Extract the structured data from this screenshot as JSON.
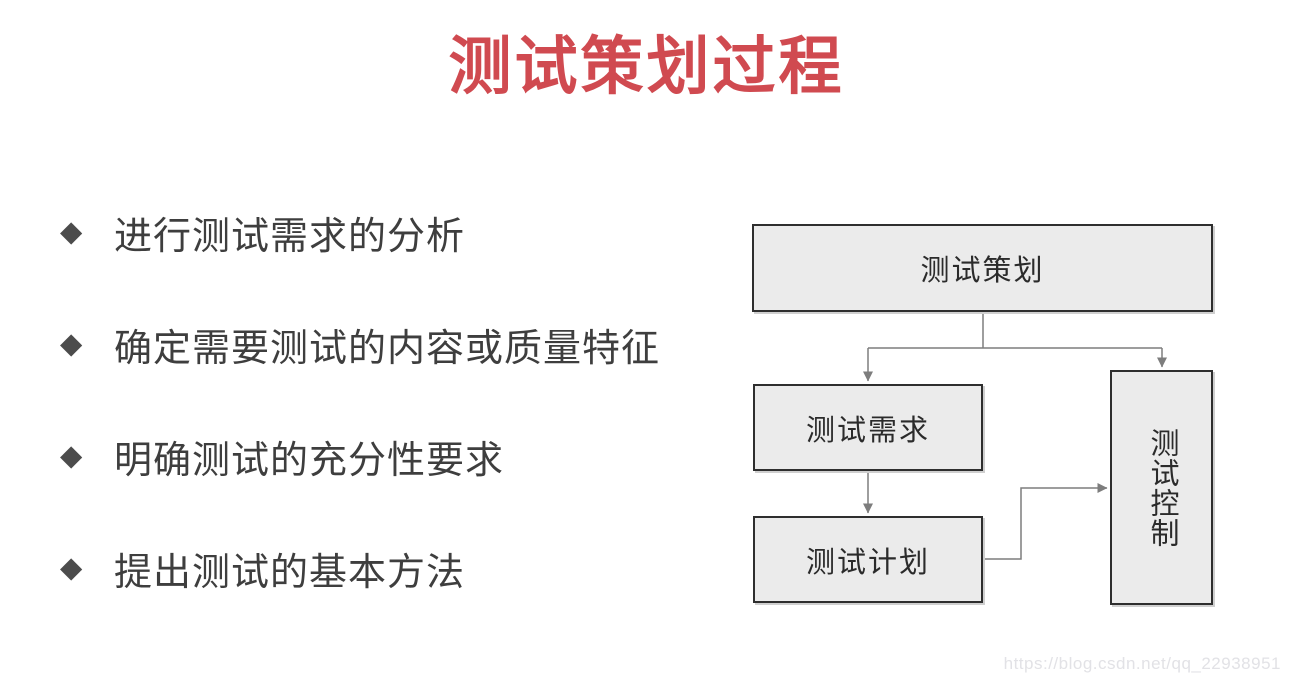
{
  "page": {
    "title": "测试策划过程",
    "title_color": "#d04a50",
    "background_color": "#ffffff"
  },
  "bullets": {
    "marker": "◆",
    "items": [
      {
        "label": "进行测试需求的分析"
      },
      {
        "label": "确定需要测试的内容或质量特征"
      },
      {
        "label": "明确测试的充分性要求"
      },
      {
        "label": "提出测试的基本方法"
      }
    ]
  },
  "diagram": {
    "nodes": [
      {
        "id": "planning",
        "label": "测试策划",
        "orientation": "horizontal"
      },
      {
        "id": "requirements",
        "label": "测试需求",
        "orientation": "horizontal"
      },
      {
        "id": "plan",
        "label": "测试计划",
        "orientation": "horizontal"
      },
      {
        "id": "control",
        "label": "测试控制",
        "orientation": "vertical"
      }
    ],
    "edges": [
      {
        "from": "planning",
        "to": "requirements"
      },
      {
        "from": "planning",
        "to": "control"
      },
      {
        "from": "requirements",
        "to": "plan"
      },
      {
        "from": "plan",
        "to": "control"
      }
    ],
    "colors": {
      "node_fill": "#ebebeb",
      "node_border": "#2e2e2e",
      "connector": "#7d7d7d"
    }
  },
  "watermark": {
    "text": "https://blog.csdn.net/qq_22938951"
  }
}
